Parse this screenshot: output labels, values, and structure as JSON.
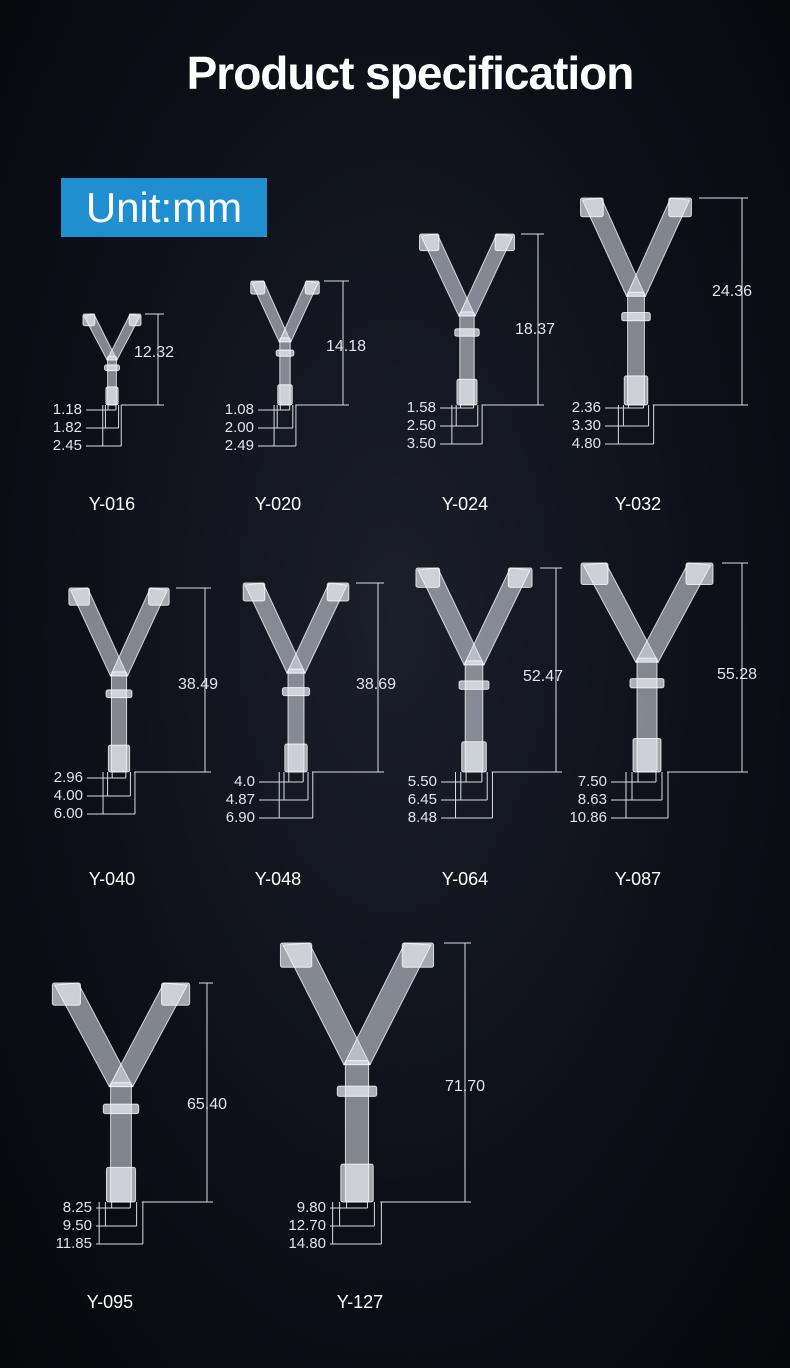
{
  "header": {
    "title": "Product specification",
    "unit_label": "Unit:mm"
  },
  "products": [
    {
      "model": "Y-016",
      "height": "12.32",
      "dims": [
        "1.18",
        "1.82",
        "2.45"
      ]
    },
    {
      "model": "Y-020",
      "height": "14.18",
      "dims": [
        "1.08",
        "2.00",
        "2.49"
      ]
    },
    {
      "model": "Y-024",
      "height": "18.37",
      "dims": [
        "1.58",
        "2.50",
        "3.50"
      ]
    },
    {
      "model": "Y-032",
      "height": "24.36",
      "dims": [
        "2.36",
        "3.30",
        "4.80"
      ]
    },
    {
      "model": "Y-040",
      "height": "38.49",
      "dims": [
        "2.96",
        "4.00",
        "6.00"
      ]
    },
    {
      "model": "Y-048",
      "height": "38.69",
      "dims": [
        "4.0",
        "4.87",
        "6.90"
      ]
    },
    {
      "model": "Y-064",
      "height": "52.47",
      "dims": [
        "5.50",
        "6.45",
        "8.48"
      ]
    },
    {
      "model": "Y-087",
      "height": "55.28",
      "dims": [
        "7.50",
        "8.63",
        "10.86"
      ]
    },
    {
      "model": "Y-095",
      "height": "65.40",
      "dims": [
        "8.25",
        "9.50",
        "11.85"
      ]
    },
    {
      "model": "Y-127",
      "height": "71.70",
      "dims": [
        "9.80",
        "12.70",
        "14.80"
      ]
    }
  ]
}
